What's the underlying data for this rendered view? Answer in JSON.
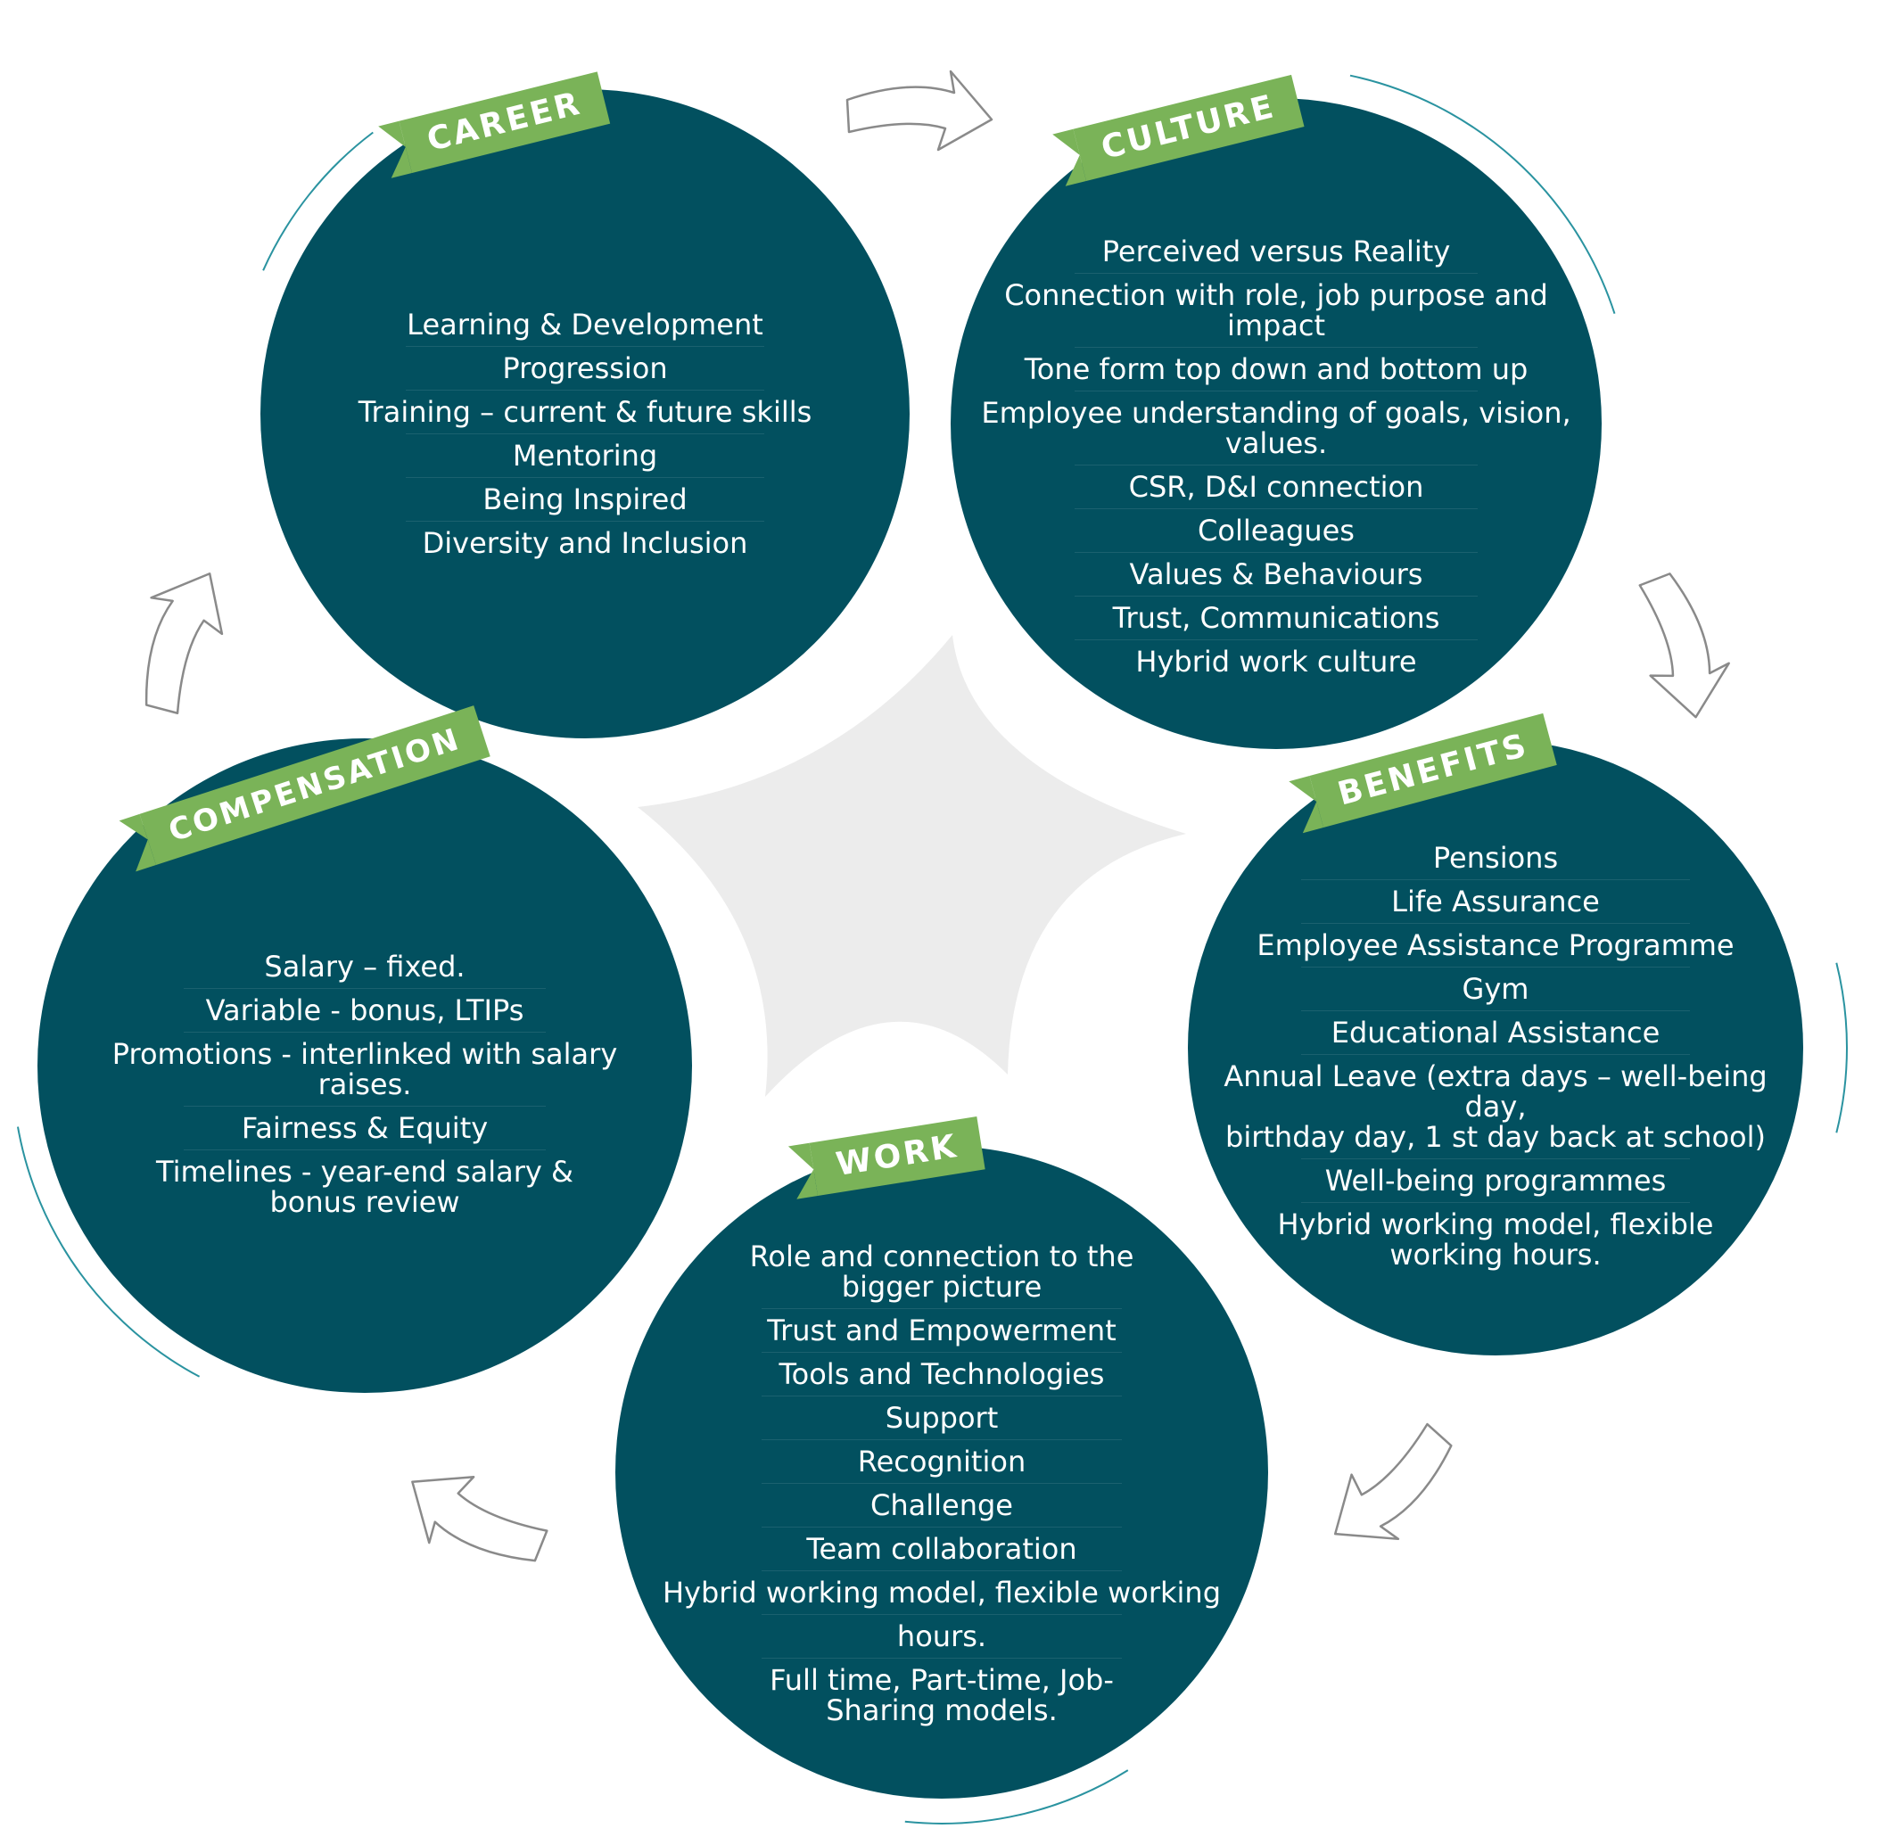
{
  "colors": {
    "circle": "#02505f",
    "tag": "#7ab358",
    "arc": "#2a93a0",
    "star": "#ececec",
    "arrow_stroke": "#8a8a8a"
  },
  "nodes": [
    {
      "id": "career",
      "label": "CAREER",
      "items": [
        "Learning & Development",
        "Progression",
        "Training – current & future skills",
        "Mentoring",
        "Being Inspired",
        "Diversity and Inclusion"
      ]
    },
    {
      "id": "culture",
      "label": "CULTURE",
      "items": [
        "Perceived versus Reality",
        "Connection with role, job purpose and impact",
        "Tone form top down and bottom up",
        "Employee understanding of goals, vision, values.",
        "CSR, D&I connection",
        "Colleagues",
        "Values & Behaviours",
        "Trust, Communications",
        "Hybrid work culture"
      ]
    },
    {
      "id": "benefits",
      "label": "BENEFITS",
      "items": [
        "Pensions",
        "Life Assurance",
        "Employee Assistance Programme",
        "Gym",
        "Educational Assistance",
        "Annual Leave (extra days – well-being day,\nbirthday day, 1 st day back at school)",
        "Well-being programmes",
        "Hybrid working model, flexible\nworking hours."
      ]
    },
    {
      "id": "work",
      "label": "WORK",
      "items": [
        "Role and connection to the\nbigger picture",
        "Trust and Empowerment",
        "Tools and Technologies",
        "Support",
        "Recognition",
        "Challenge",
        "Team collaboration",
        "Hybrid working model, flexible working",
        "hours.",
        "Full time, Part-time, Job-\nSharing models."
      ]
    },
    {
      "id": "compensation",
      "label": "COMPENSATION",
      "items": [
        "Salary – fixed.",
        "Variable - bonus, LTIPs",
        "Promotions - interlinked with salary raises.",
        "Fairness & Equity",
        "Timelines - year-end salary &\nbonus review"
      ]
    }
  ],
  "cycle_direction": "clockwise"
}
